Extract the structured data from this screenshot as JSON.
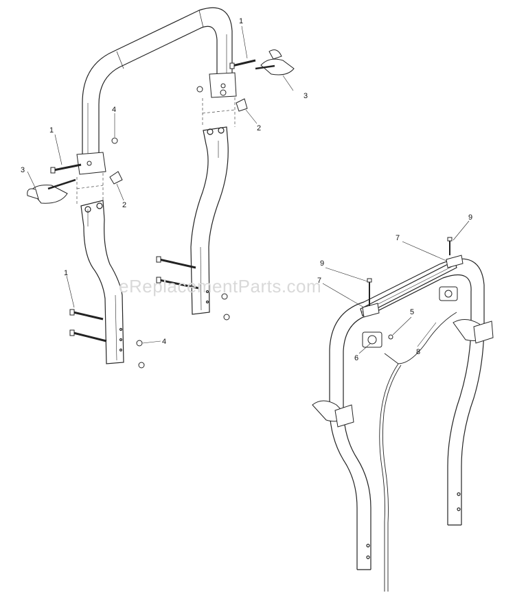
{
  "watermark": "eReplacementParts.com",
  "callouts": {
    "c1a": "1",
    "c1b": "1",
    "c1c": "1",
    "c2a": "2",
    "c2b": "2",
    "c3a": "3",
    "c3b": "3",
    "c4a": "4",
    "c4b": "4",
    "c5": "5",
    "c6": "6",
    "c7a": "7",
    "c7b": "7",
    "c8": "8",
    "c9a": "9",
    "c9b": "9"
  }
}
